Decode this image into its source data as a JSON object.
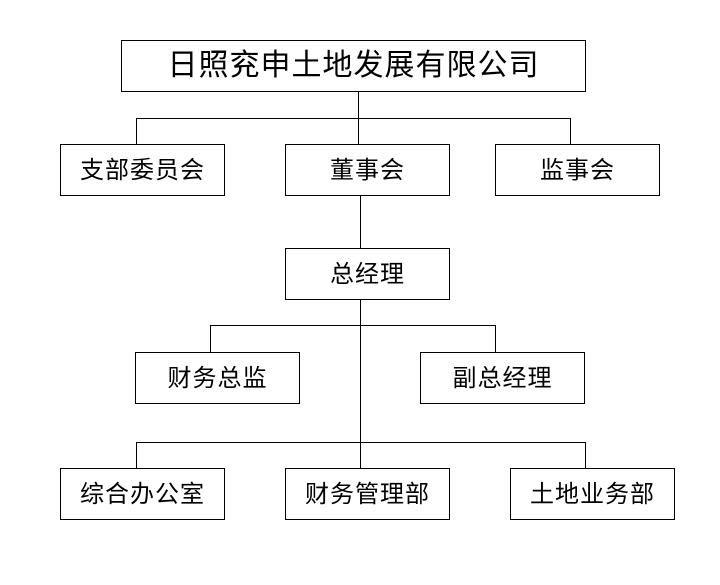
{
  "org_chart": {
    "root": {
      "label": "日照兖申土地发展有限公司"
    },
    "level1": {
      "branch_committee": {
        "label": "支部委员会"
      },
      "board": {
        "label": "董事会"
      },
      "supervisory_board": {
        "label": "监事会"
      }
    },
    "general_manager": {
      "label": "总经理"
    },
    "level3": {
      "finance_director": {
        "label": "财务总监"
      },
      "deputy_gm": {
        "label": "副总经理"
      }
    },
    "departments": {
      "general_office": {
        "label": "综合办公室"
      },
      "finance_dept": {
        "label": "财务管理部"
      },
      "land_business_dept": {
        "label": "土地业务部"
      }
    }
  }
}
